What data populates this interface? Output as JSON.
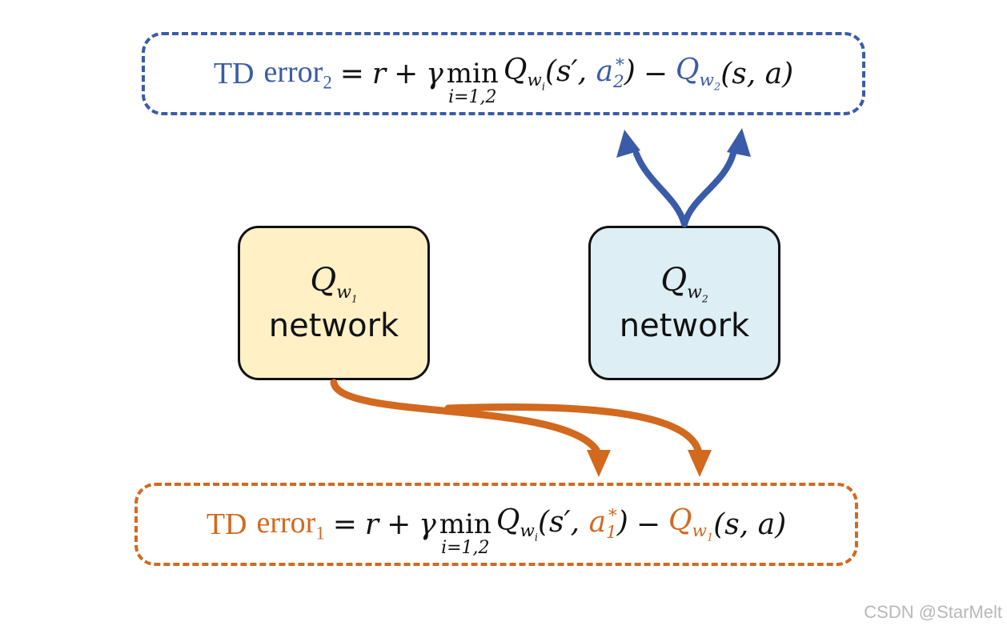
{
  "colors": {
    "blue": "#3A5BA8",
    "orange": "#D2691E",
    "net1_fill": "#FFF0C6",
    "net2_fill": "#DDEEF5"
  },
  "eq_top": {
    "td": "TD",
    "error": "error",
    "error_sub": "2",
    "equals": "=",
    "r": "r",
    "plus": "+",
    "gamma": "γ",
    "min": "min",
    "range": "i=1,2",
    "q": "Q",
    "w": "w",
    "i": "i",
    "args_open": "(s′, ",
    "a": "a",
    "a_sub": "2",
    "a_sup": "*",
    "args_close": ")",
    "minus": "−",
    "q2": "Q",
    "w2": "w",
    "w2_sub": "2",
    "sa": "(s, a)"
  },
  "eq_bottom": {
    "td": "TD",
    "error": "error",
    "error_sub": "1",
    "equals": "=",
    "r": "r",
    "plus": "+",
    "gamma": "γ",
    "min": "min",
    "range": "i=1,2",
    "q": "Q",
    "w": "w",
    "i": "i",
    "args_open": "(s′, ",
    "a": "a",
    "a_sub": "1",
    "a_sup": "*",
    "args_close": ")",
    "minus": "−",
    "q2": "Q",
    "w2": "w",
    "w2_sub": "1",
    "sa": "(s, a)"
  },
  "net1": {
    "q": "Q",
    "w": "w",
    "sub": "1",
    "label": "network"
  },
  "net2": {
    "q": "Q",
    "w": "w",
    "sub": "2",
    "label": "network"
  },
  "watermark": "CSDN @StarMelt"
}
